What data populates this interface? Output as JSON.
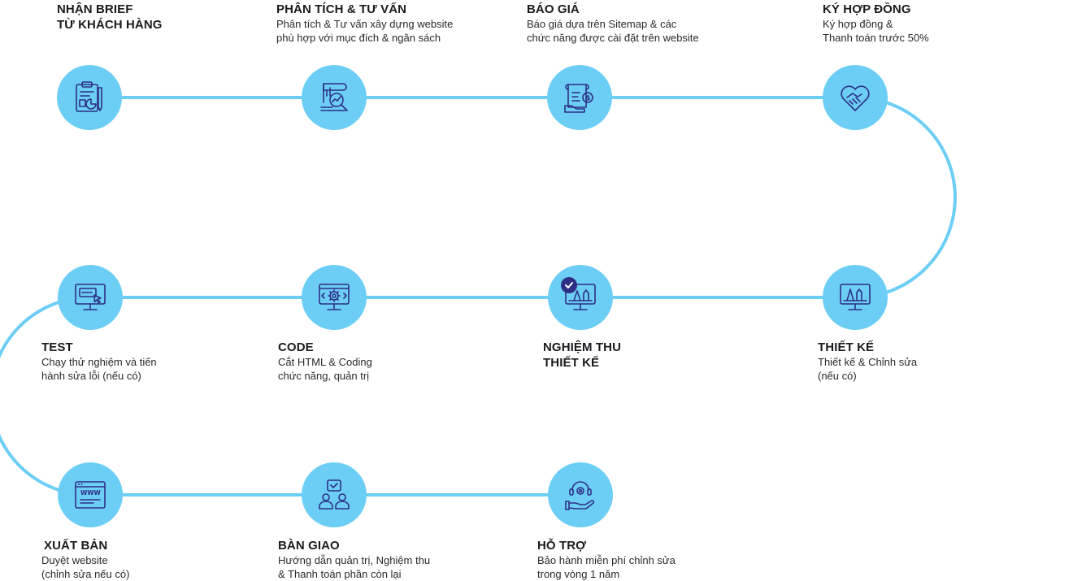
{
  "colors": {
    "track": "#6ccef5",
    "circle": "#6ccef5",
    "icon": "#2d2f86",
    "text": "#1b1b1f"
  },
  "steps": [
    {
      "title": "NHẬN BRIEF",
      "title2": "TỪ KHÁCH HÀNG",
      "desc": "",
      "desc2": "",
      "icon": "clipboard-chart-icon"
    },
    {
      "title": "PHÂN TÍCH & TƯ VẤN",
      "title2": "",
      "desc": "Phân tích & Tư vấn xây dựng website",
      "desc2": "phù hợp với mục đích & ngân sách",
      "icon": "analysis-magnifier-icon"
    },
    {
      "title": "BÁO GIÁ",
      "title2": "",
      "desc": "Báo giá dựa trên Sitemap & các",
      "desc2": "chức năng được cài đặt trên website",
      "icon": "invoice-dollar-icon"
    },
    {
      "title": "KÝ HỢP ĐỒNG",
      "title2": "",
      "desc": "Ký hợp đồng &",
      "desc2": "Thanh toán trước 50%",
      "icon": "handshake-heart-icon"
    },
    {
      "title": "THIẾT KẾ",
      "title2": "",
      "desc": "Thiết kế & Chỉnh sửa",
      "desc2": "(nếu có)",
      "icon": "design-monitor-icon"
    },
    {
      "title": "NGHIỆM THU",
      "title2": "THIẾT KẾ",
      "desc": "",
      "desc2": "",
      "icon": "approved-design-monitor-icon"
    },
    {
      "title": "CODE",
      "title2": "",
      "desc": "Cắt HTML & Coding",
      "desc2": "chức năng, quản trị",
      "icon": "code-gear-monitor-icon"
    },
    {
      "title": "TEST",
      "title2": "",
      "desc": "Chạy thử nghiệm và tiến",
      "desc2": "hành sửa lỗi (nếu có)",
      "icon": "test-monitor-icon"
    },
    {
      "title": "XUẤT BẢN",
      "title2": "",
      "desc": "Duyệt website",
      "desc2": "(chỉnh sửa nếu có)",
      "icon": "www-browser-icon"
    },
    {
      "title": "BÀN GIAO",
      "title2": "",
      "desc": "Hướng dẫn quản trị, Nghiệm thu",
      "desc2": "& Thanh toán phần còn lại",
      "icon": "handover-team-icon"
    },
    {
      "title": "HỖ TRỢ",
      "title2": "",
      "desc": "Bảo hành miễn phí chỉnh sửa",
      "desc2": "trong vòng 1 năm",
      "icon": "support-hand-gear-icon"
    }
  ]
}
